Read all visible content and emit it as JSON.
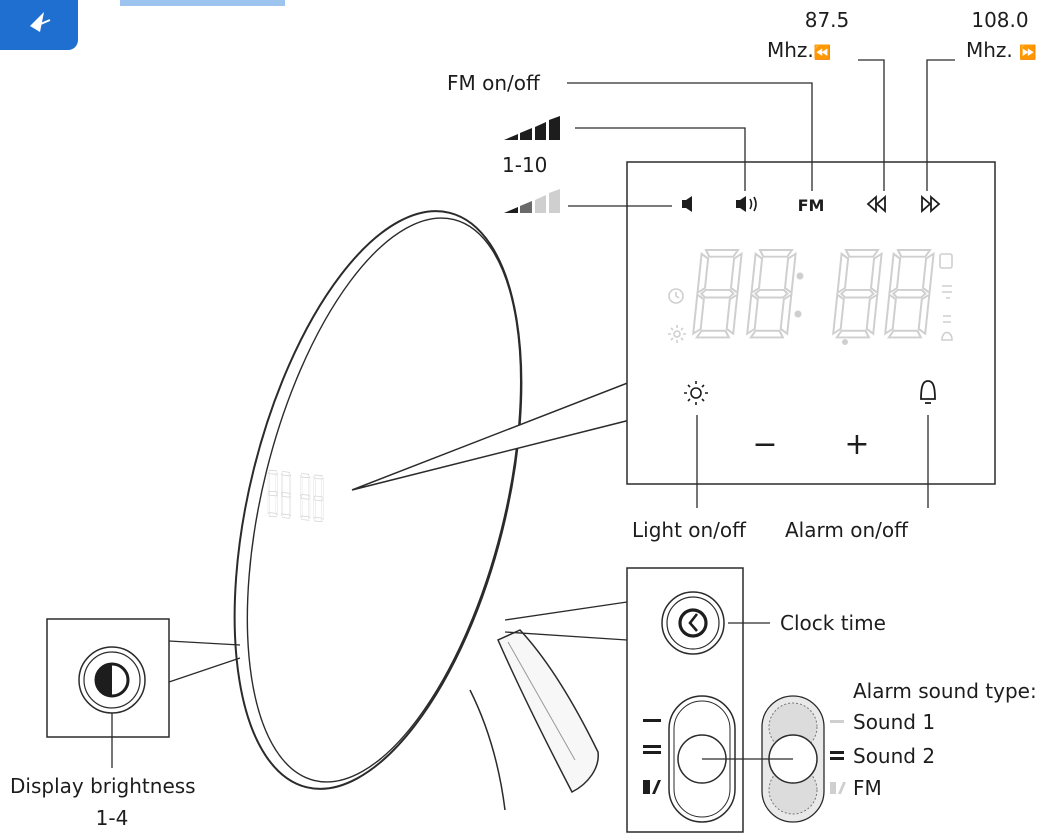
{
  "labels": {
    "freq_low_value": "87.5",
    "freq_low_unit": "Mhz.",
    "freq_high_value": "108.0",
    "freq_high_unit": "Mhz.",
    "fm_onoff": "FM on/off",
    "volume_range": "1-10",
    "light_onoff": "Light on/off",
    "alarm_onoff": "Alarm on/off",
    "clock_time": "Clock time",
    "alarm_sound_type": "Alarm sound type:",
    "sound_1": "Sound 1",
    "sound_2": "Sound 2",
    "fm_option": "FM",
    "display_brightness": "Display brightness",
    "brightness_range": "1-4"
  },
  "panel": {
    "fm_text": "FM",
    "digits": "88:8.8",
    "minus": "−",
    "plus": "+"
  },
  "device": {
    "small_digits": "88:88"
  },
  "icons": {
    "logo": "brand-logo-icon",
    "volume_high": "volume-bars-high-icon",
    "volume_low": "volume-bars-low-icon",
    "speaker_low": "speaker-low-icon",
    "speaker_high": "speaker-high-icon",
    "rewind": "rewind-icon",
    "fast_forward": "fast-forward-icon",
    "sun": "sun-icon",
    "bell": "bell-icon",
    "clock": "clock-icon",
    "brightness": "brightness-half-circle-icon"
  },
  "colors": {
    "ink": "#1d1d1d",
    "segment_ghost": "#d6d6d6",
    "logo_blue": "#1f6fd0"
  }
}
